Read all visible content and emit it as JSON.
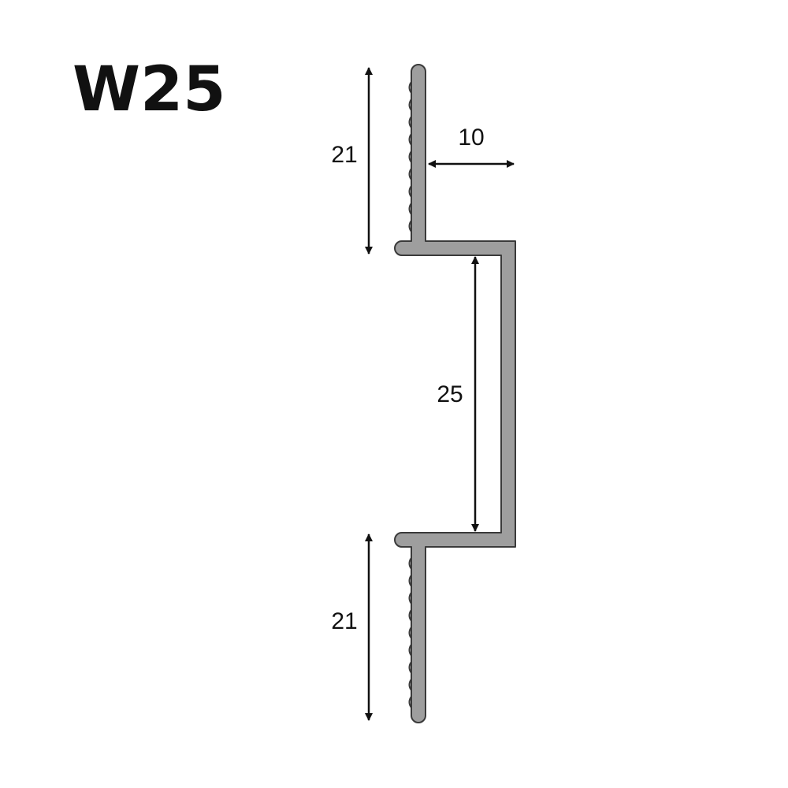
{
  "title": "W25",
  "dimensions": {
    "top_flange": "21",
    "depth": "10",
    "channel_width": "25",
    "bottom_flange": "21"
  },
  "colors": {
    "profile_fill": "#9e9e9e",
    "profile_stroke": "#3a3a3a",
    "text": "#111111",
    "background": "#ffffff"
  }
}
